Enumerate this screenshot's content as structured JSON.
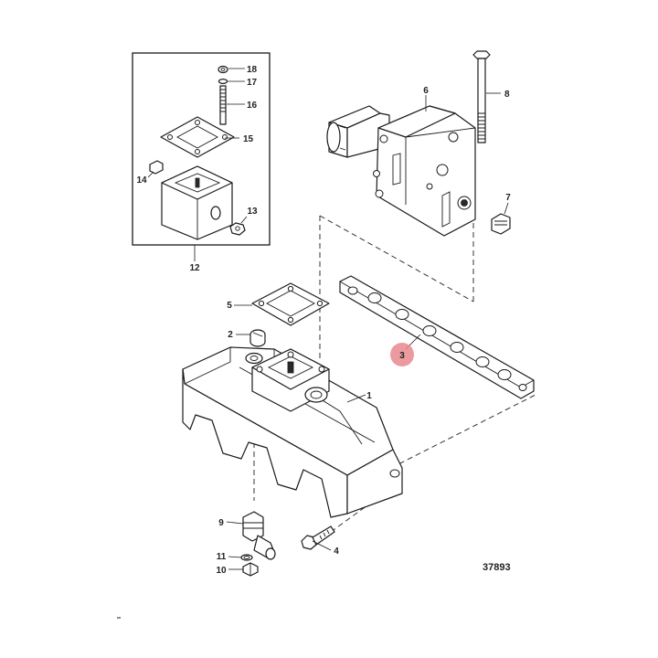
{
  "figure_number": "37893",
  "highlight_color": "#e88a8f",
  "callouts": {
    "c1": "1",
    "c2": "2",
    "c3": "3",
    "c4": "4",
    "c5": "5",
    "c6": "6",
    "c7": "7",
    "c8": "8",
    "c9": "9",
    "c10": "10",
    "c11": "11",
    "c12": "12",
    "c13": "13",
    "c14": "14",
    "c15": "15",
    "c16": "16",
    "c17": "17",
    "c18": "18"
  }
}
